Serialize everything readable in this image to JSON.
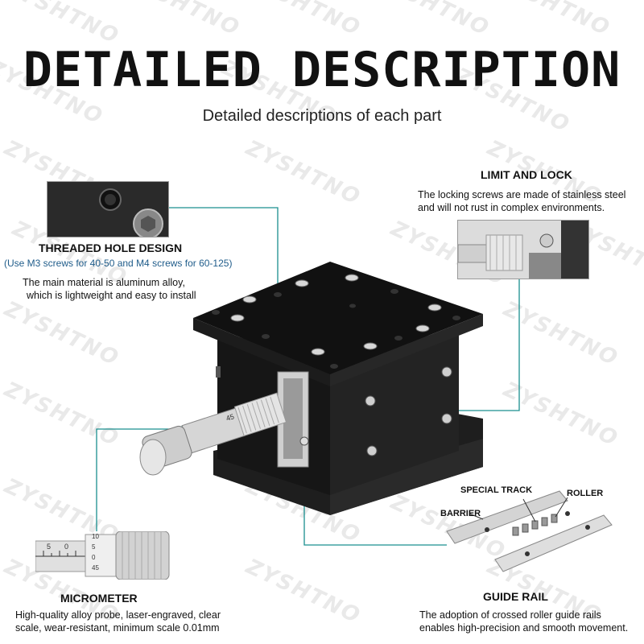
{
  "watermark_text": "ZYSHTNO",
  "header": {
    "title": "DETAILED DESCRIPTION",
    "subtitle": "Detailed descriptions of each part"
  },
  "callouts": {
    "threaded_hole": {
      "title": "THREADED HOLE DESIGN",
      "note": "(Use M3 screws for 40-50 and M4 screws for 60-125)",
      "desc_line1": "The main material is aluminum alloy,",
      "desc_line2": "which is lightweight and easy to install"
    },
    "limit_lock": {
      "title": "LIMIT AND LOCK",
      "desc_line1": "The locking screws are made of stainless steel",
      "desc_line2": "and will not rust in complex environments."
    },
    "micrometer": {
      "title": "MICROMETER",
      "desc_line1": "High-quality alloy probe, laser-engraved, clear",
      "desc_line2": "scale, wear-resistant, minimum scale 0.01mm",
      "scale_marks": [
        "10",
        "5",
        "0",
        "45"
      ],
      "sleeve_marks": [
        "5",
        "0"
      ]
    },
    "guide_rail": {
      "title": "GUIDE RAIL",
      "desc_line1": "The adoption of crossed roller guide rails",
      "desc_line2": "enables high-precision and smooth movement.",
      "tags": {
        "special_track": "SPECIAL TRACK",
        "roller": "ROLLER",
        "barrier": "BARRIER"
      }
    }
  },
  "thimble_mark": "45",
  "colors": {
    "leader_line": "#1a8f8f",
    "stage_black": "#1b1b1b",
    "note_blue": "#1f5c8a"
  }
}
